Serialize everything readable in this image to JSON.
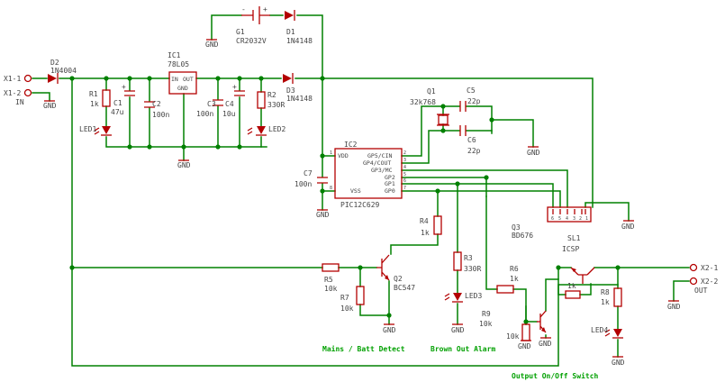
{
  "connectors": {
    "x1_1": "X1-1",
    "x1_2": "X1-2",
    "x1_in": "IN",
    "x2_1": "X2-1",
    "x2_2": "X2-2",
    "x2_out": "OUT"
  },
  "gnd": "GND",
  "parts": {
    "g1": {
      "ref": "G1",
      "value": "CR2032V",
      "minus": "-",
      "plus": "+"
    },
    "d1": {
      "ref": "D1",
      "value": "1N4148"
    },
    "d2": {
      "ref": "D2",
      "value": "1N4004"
    },
    "d3": {
      "ref": "D3",
      "value": "1N4148"
    },
    "ic1": {
      "ref": "IC1",
      "value": "78L05",
      "in": "IN",
      "out": "OUT",
      "gnd": "GND"
    },
    "r1": {
      "ref": "R1",
      "value": "1k"
    },
    "c1": {
      "ref": "C1",
      "value": "47u"
    },
    "c2": {
      "ref": "C2",
      "value": "100n"
    },
    "c3": {
      "ref": "C3",
      "value": "100n"
    },
    "c4": {
      "ref": "C4",
      "value": "10u"
    },
    "r2": {
      "ref": "R2",
      "value": "330R"
    },
    "led1": {
      "ref": "LED1"
    },
    "led2": {
      "ref": "LED2"
    },
    "q1": {
      "ref": "Q1",
      "value": "32k768"
    },
    "c5": {
      "ref": "C5",
      "value": "22p"
    },
    "c6": {
      "ref": "C6",
      "value": "22p"
    },
    "ic2": {
      "ref": "IC2",
      "value": "PIC12C629",
      "pins": [
        "VDD",
        "GP5/CIN",
        "GP4/COUT",
        "GP3/MC",
        "GP2",
        "GP1",
        "GP0",
        "VSS"
      ],
      "pin_numbers": [
        "1",
        "2",
        "3",
        "4",
        "5",
        "6",
        "7",
        "8"
      ]
    },
    "c7": {
      "ref": "C7",
      "value": "100n"
    },
    "q3": {
      "ref": "Q3",
      "value": "BD676"
    },
    "sl1": {
      "ref": "SL1",
      "value": "ICSP",
      "pins": [
        "6",
        "5",
        "4",
        "3",
        "2",
        "1"
      ]
    },
    "r4": {
      "ref": "R4",
      "value": "1k"
    },
    "r3": {
      "ref": "R3",
      "value": "330R"
    },
    "led3": {
      "ref": "LED3"
    },
    "r5": {
      "ref": "R5",
      "value": "10k"
    },
    "r7": {
      "ref": "R7",
      "value": "10k"
    },
    "q2": {
      "ref": "Q2",
      "value": "BC547"
    },
    "r6": {
      "ref": "R6",
      "value": "1k"
    },
    "r9": {
      "ref": "R9",
      "value": "10k"
    },
    "r10": {
      "ref": "1k"
    },
    "r8": {
      "ref": "R8",
      "value": "1k"
    },
    "led4": {
      "ref": "LED4"
    },
    "r9b": {
      "value": "10k"
    }
  },
  "sections": {
    "mains": "Mains / Batt Detect",
    "brownout": "Brown Out Alarm",
    "output": "Output On/Off Switch"
  },
  "colors": {
    "wire": "#008000",
    "component": "#b30000",
    "text": "#444444",
    "caption": "#00a000"
  }
}
